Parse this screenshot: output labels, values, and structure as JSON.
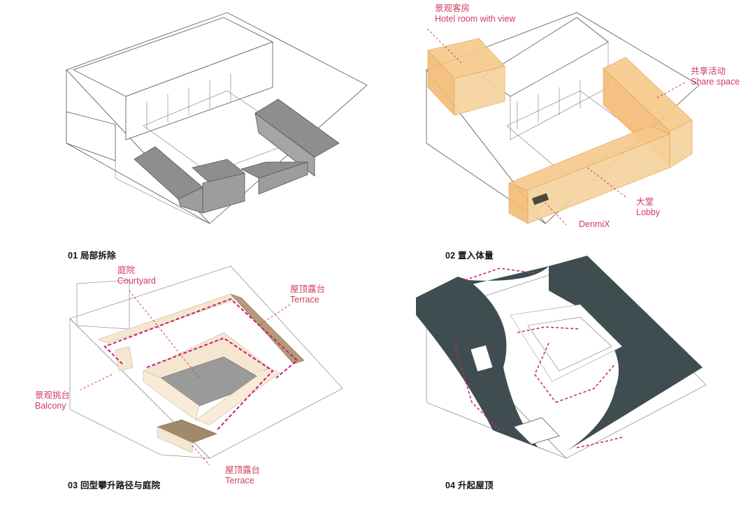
{
  "panels": [
    {
      "caption": "01 局部拆除",
      "annotations": []
    },
    {
      "caption": "02 置入体量",
      "annotations": [
        {
          "zh": "景观客房",
          "en": "Hotel room with view"
        },
        {
          "zh": "共享活动",
          "en": "Share space"
        },
        {
          "zh": "大堂",
          "en": "Lobby"
        },
        {
          "zh": "",
          "en": "DenmiX"
        }
      ]
    },
    {
      "caption": "03 回型攀升路径与庭院",
      "annotations": [
        {
          "zh": "庭院",
          "en": "Courtyard"
        },
        {
          "zh": "屋顶露台",
          "en": "Terrace"
        },
        {
          "zh": "景观挑台",
          "en": "Balcony"
        },
        {
          "zh": "屋顶露台",
          "en": "Terrace"
        }
      ]
    },
    {
      "caption": "04 升起屋顶",
      "annotations": []
    }
  ],
  "colors": {
    "accent": "#d13a5e",
    "path": "#c8206f",
    "volume": "#f6c98a",
    "demolished": "#8a8a8a",
    "roof": "#3f4d51",
    "terrace": "#a08a6e",
    "courtyard": "#9a9a9a"
  }
}
